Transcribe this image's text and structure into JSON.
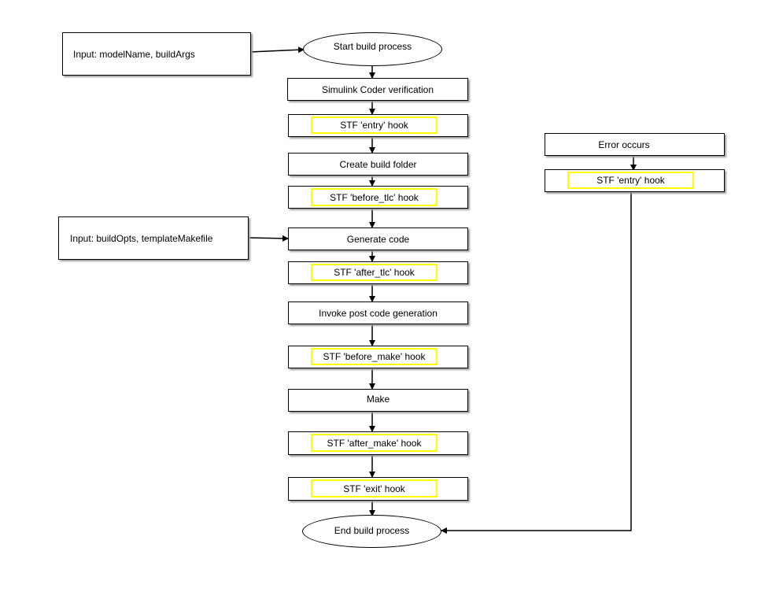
{
  "inputs": {
    "model": "Input: modelName, buildArgs",
    "build_opts": "Input: buildOpts, templateMakefile"
  },
  "flow": {
    "start": "Start build process",
    "verification": "Simulink Coder verification",
    "entry_hook": "STF 'entry' hook",
    "create_folder": "Create build folder",
    "before_tlc_hook": "STF 'before_tlc' hook",
    "generate_code": "Generate code",
    "after_tlc_hook": "STF 'after_tlc' hook",
    "post_codegen": "Invoke post code generation",
    "before_make_hook": "STF 'before_make' hook",
    "make": "Make",
    "after_make_hook": "STF 'after_make' hook",
    "exit_hook": "STF 'exit' hook",
    "end": "End build process"
  },
  "error_flow": {
    "error_occurs": "Error occurs",
    "entry_hook": "STF 'entry' hook"
  },
  "colors": {
    "hook_highlight": "#ffff00",
    "line": "#000000",
    "shadow": "#9a9a9a"
  }
}
